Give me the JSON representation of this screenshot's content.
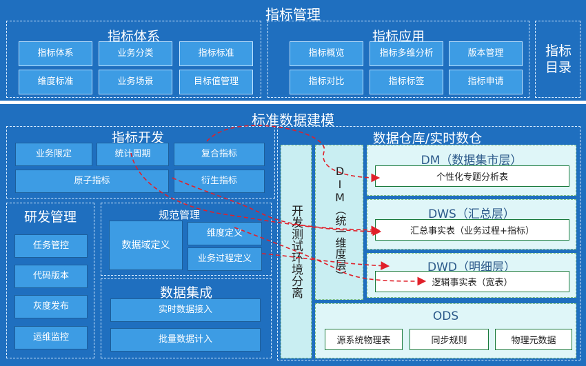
{
  "top": {
    "title": "指标管理",
    "system": {
      "title": "指标体系",
      "items": [
        "指标体系",
        "业务分类",
        "指标标准",
        "维度标准",
        "业务场景",
        "目标值管理"
      ]
    },
    "application": {
      "title": "指标应用",
      "items": [
        "指标概览",
        "指标多维分析",
        "版本管理",
        "指标对比",
        "指标标签",
        "指标申请"
      ]
    },
    "catalog": "指标目录"
  },
  "bottom": {
    "title": "标准数据建模",
    "dev": {
      "title": "指标开发",
      "items": [
        "业务限定",
        "统计周期",
        "复合指标",
        "原子指标",
        "衍生指标"
      ]
    },
    "rd": {
      "title": "研发管理",
      "items": [
        "任务管控",
        "代码版本",
        "灰度发布",
        "运维监控"
      ]
    },
    "spec": {
      "title": "规范管理",
      "items": [
        "数据域定义",
        "维度定义",
        "业务过程定义"
      ]
    },
    "integration": {
      "title": "数据集成",
      "items": [
        "实时数据接入",
        "批量数据计入"
      ]
    },
    "env": "开发测试环境分离",
    "dim": "DIM（统一维度层）",
    "warehouse": {
      "title": "数据仓库/实时数仓",
      "dm": {
        "label": "DM（数据集市层）",
        "item": "个性化专题分析表"
      },
      "dws": {
        "label": "DWS（汇总层）",
        "item": "汇总事实表（业务过程+指标）"
      },
      "dwd": {
        "label": "DWD（明细层）",
        "item": "逻辑事实表（宽表）"
      },
      "ods": {
        "label": "ODS",
        "items": [
          "源系统物理表",
          "同步规则",
          "物理元数据"
        ]
      }
    }
  },
  "colors": {
    "band": "#1f6fbf",
    "button": "#3d9ce4",
    "cyan": "#c9eef2",
    "arrow": "#e0202a"
  }
}
